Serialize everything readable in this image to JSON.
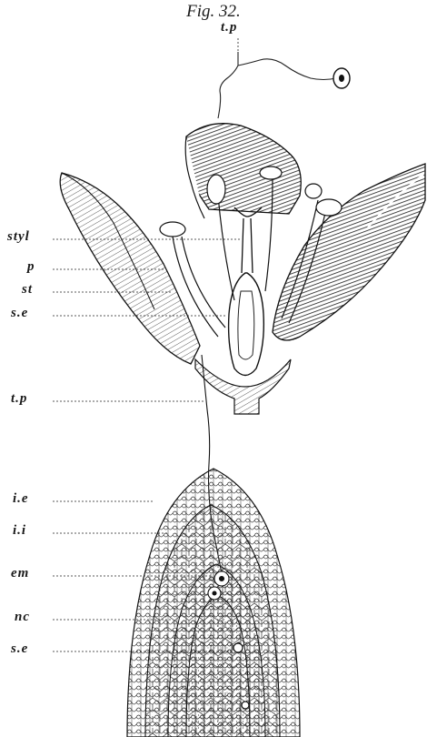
{
  "figure": {
    "title": "Fig. 32.",
    "top_label": "t.p",
    "labels": [
      {
        "key": "styl",
        "text": "styl"
      },
      {
        "key": "p",
        "text": "p"
      },
      {
        "key": "st",
        "text": "st"
      },
      {
        "key": "se1",
        "text": "s.e"
      },
      {
        "key": "tp",
        "text": "t.p"
      },
      {
        "key": "ie",
        "text": "i.e"
      },
      {
        "key": "ii",
        "text": "i.i"
      },
      {
        "key": "em",
        "text": "em"
      },
      {
        "key": "nc",
        "text": "nc"
      },
      {
        "key": "se2",
        "text": "s.e"
      }
    ]
  }
}
